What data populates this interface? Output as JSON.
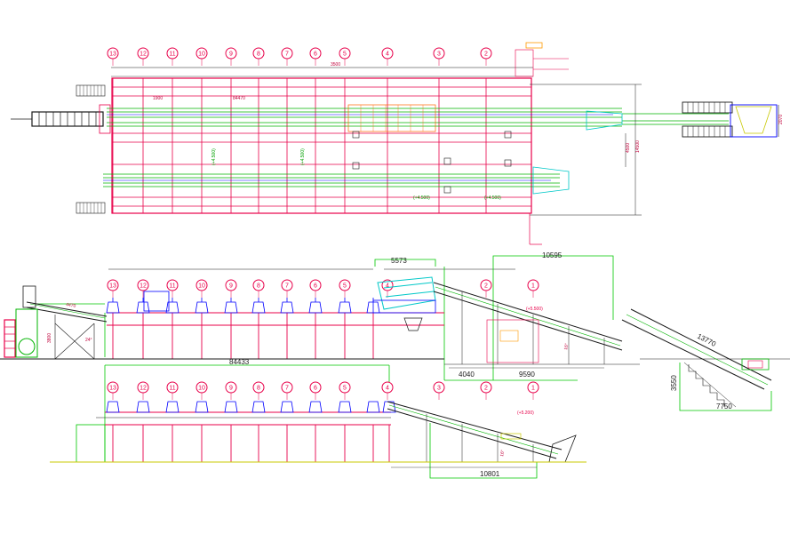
{
  "title": "",
  "colors": {
    "structure": "#e8004a",
    "conveyor": "#00b400",
    "equipment": "#0000ff",
    "frame": "#1a1a1a",
    "accent": "#c8c800",
    "cyan": "#00c8c8",
    "dimension": "#00c800"
  },
  "axes": {
    "top_labels": [
      "13",
      "12",
      "11",
      "10",
      "9",
      "8",
      "7",
      "6",
      "5",
      "4",
      "3",
      "2"
    ],
    "mid_labels": [
      "13",
      "12",
      "11",
      "10",
      "9",
      "8",
      "7",
      "6",
      "5",
      "4",
      "2",
      "1"
    ],
    "bottom_labels": [
      "13",
      "12",
      "11",
      "10",
      "9",
      "8",
      "7",
      "6",
      "5",
      "4",
      "3",
      "2",
      "1"
    ]
  },
  "plan_view": {
    "dim_overall": "84470",
    "dim_top": "3500",
    "dim_seg": "1900",
    "dim_total_right": "2070",
    "dim_vertical": "4500",
    "dim_vertical2": "14500",
    "elev_a": "(+4.500)",
    "elev_b": "(+4.500)",
    "elev_c": "(+4.500)",
    "elev_d": "(+4.500)"
  },
  "elevation_1": {
    "dim_top_left": "5573",
    "dim_top_right": "10595",
    "dim_incline": "4470",
    "dim_height": "3800",
    "angle_left": "24°",
    "dim_conveyor": "13770",
    "dim_vertical_right": "3550",
    "dim_bottom_right": "7750",
    "dim_a": "4040",
    "dim_b": "9590",
    "angle_mid": "16°",
    "elev_mark": "(+5.500)"
  },
  "elevation_2": {
    "dim_overall": "84433",
    "dim_bottom": "10801",
    "angle": "16°",
    "elev_mark": "(+5.200)"
  }
}
